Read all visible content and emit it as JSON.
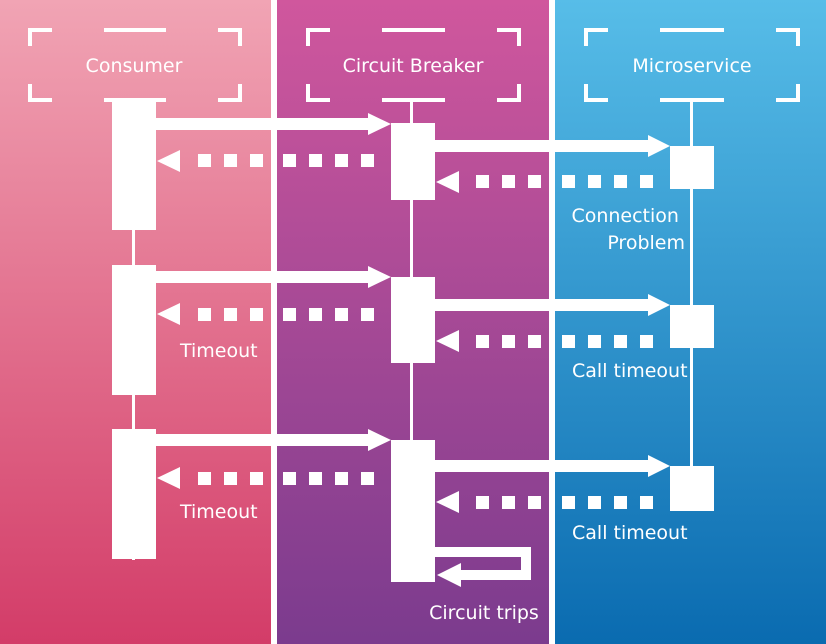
{
  "lanes": [
    {
      "title": "Consumer",
      "color_top": "#f1a4b4",
      "color_bottom": "#d33c68"
    },
    {
      "title": "Circuit Breaker",
      "color_top": "#d0579d",
      "color_bottom": "#7b3b8e"
    },
    {
      "title": "Microservice",
      "color_top": "#57bde8",
      "color_bottom": "#0a6bb0"
    }
  ],
  "labels": {
    "connection_problem_line1": "Connection",
    "connection_problem_line2": "Problem",
    "timeout_1": "Timeout",
    "call_timeout_1": "Call timeout",
    "timeout_2": "Timeout",
    "call_timeout_2": "Call timeout",
    "circuit_trips": "Circuit trips"
  },
  "colors": {
    "foreground": "#ffffff"
  }
}
